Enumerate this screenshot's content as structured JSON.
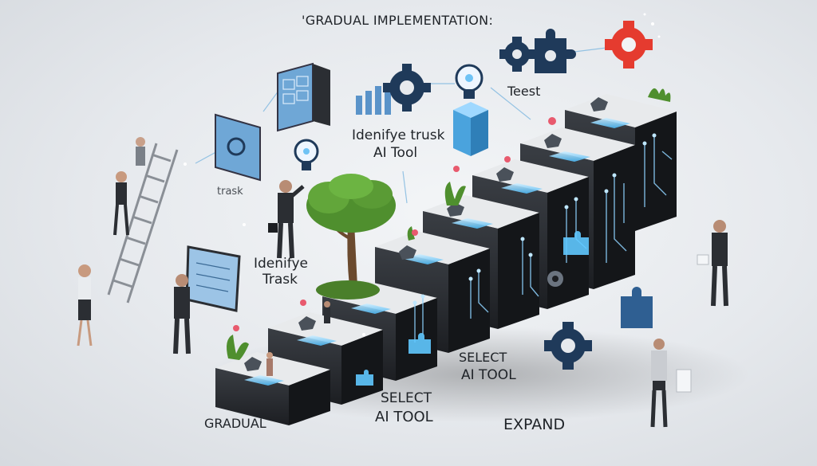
{
  "labels": {
    "title": "'GRADUAL IMPLEMENTATION:",
    "test": "Teest",
    "identify_task_top": "Idenifye trusk",
    "ai_tool_top": "AI Tool",
    "trask_small": "trask",
    "identify_task_mid_1": "Idenifye",
    "identify_task_mid_2": "Trask",
    "select_ai_tool_right_1": "SELECT",
    "select_ai_tool_right_2": "AI TOOL",
    "select_ai_tool_bottom_1": "SELECT",
    "select_ai_tool_bottom_2": "AI TOOL",
    "gradual": "GRADUAL",
    "expand": "EXPAND"
  },
  "icons": [
    "gear-icon",
    "puzzle-icon",
    "lightbulb-icon",
    "tree-icon",
    "ladder-icon",
    "circuit-pattern-icon",
    "person-icon",
    "plant-icon"
  ],
  "colors": {
    "background": "#e6e9ed",
    "block_dark": "#2b2e33",
    "block_top": "#e8eaec",
    "glow_accent": "#5fc8ff",
    "gear_red": "#e53b2f",
    "gear_navy": "#1f3a5a",
    "screen_blue": "#6fa7d6",
    "plant_green": "#4f8f2e",
    "flower_pink": "#e85a6e"
  }
}
